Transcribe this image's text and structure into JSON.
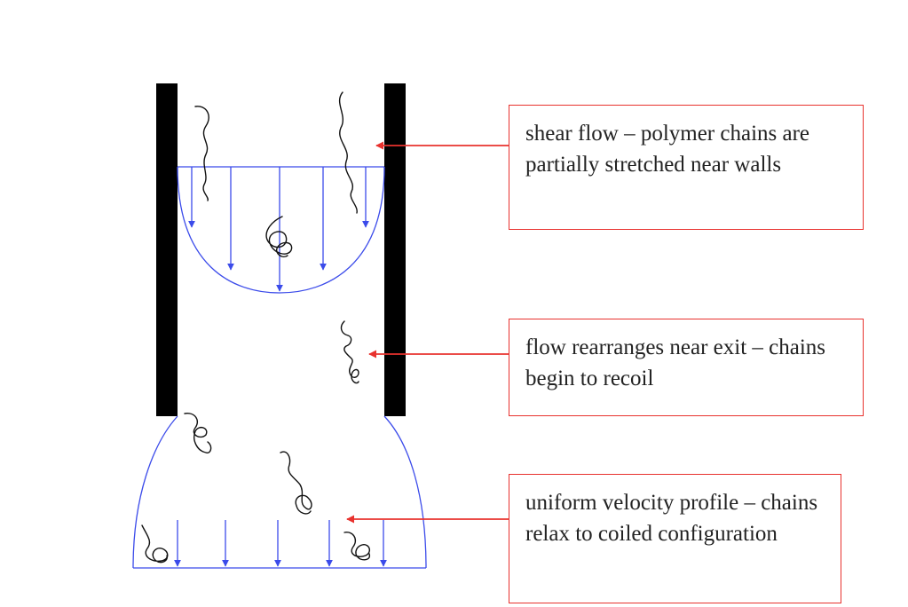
{
  "colors": {
    "wall": "#000000",
    "flow_lines": "#3b4bea",
    "callout_border": "#e8322e",
    "pointer_arrow": "#e8322e",
    "polymer_chain": "#111111",
    "text": "#222222"
  },
  "callouts": [
    {
      "id": "shear-flow",
      "text": "shear flow – polymer chains are partially stretched near walls"
    },
    {
      "id": "exit-rearrangement",
      "text": "flow rearranges near exit – chains begin to recoil"
    },
    {
      "id": "uniform-profile",
      "text": "uniform velocity profile – chains relax to coiled configuration"
    }
  ]
}
